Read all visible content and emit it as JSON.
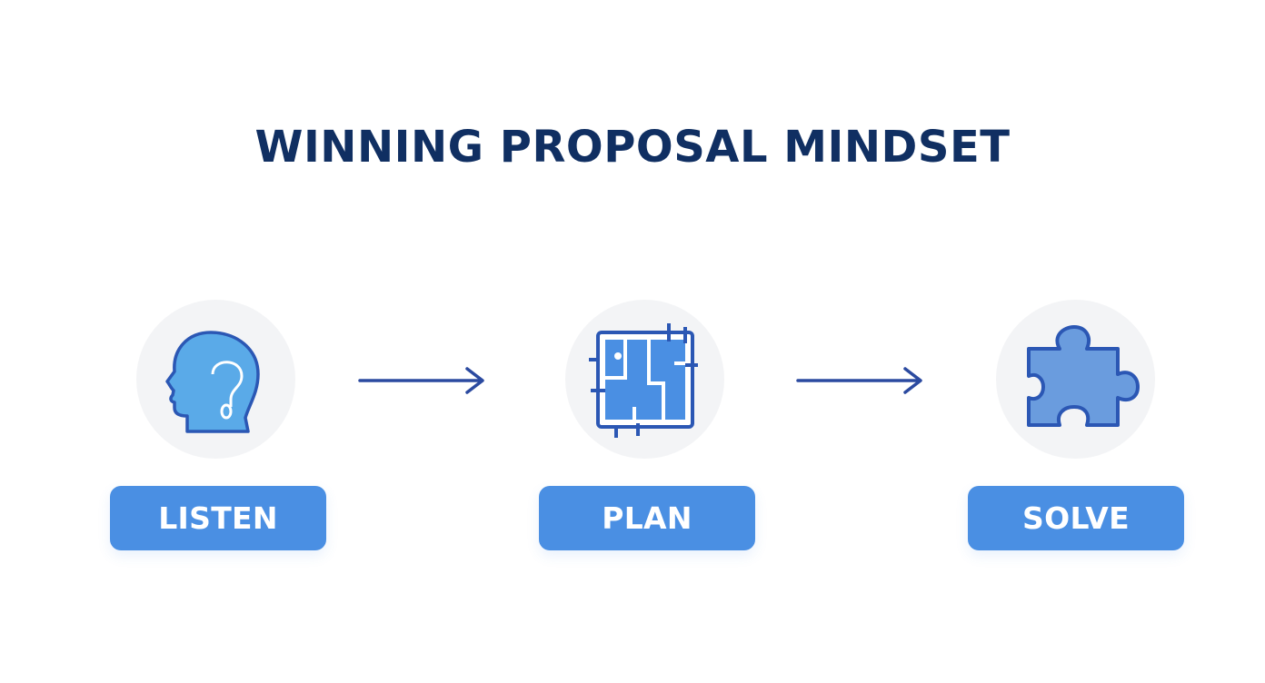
{
  "title": "WINNING PROPOSAL MINDSET",
  "steps": [
    {
      "label": "LISTEN",
      "icon": "head-with-ear-icon"
    },
    {
      "label": "PLAN",
      "icon": "blueprint-plan-icon"
    },
    {
      "label": "SOLVE",
      "icon": "puzzle-piece-icon"
    }
  ],
  "colors": {
    "title": "#102f62",
    "accent": "#4a8fe3",
    "icon_stroke": "#2b57b4",
    "icon_fill": "#5aaae8",
    "arrow": "#2b4aa0",
    "circle_bg": "#f3f4f6"
  }
}
